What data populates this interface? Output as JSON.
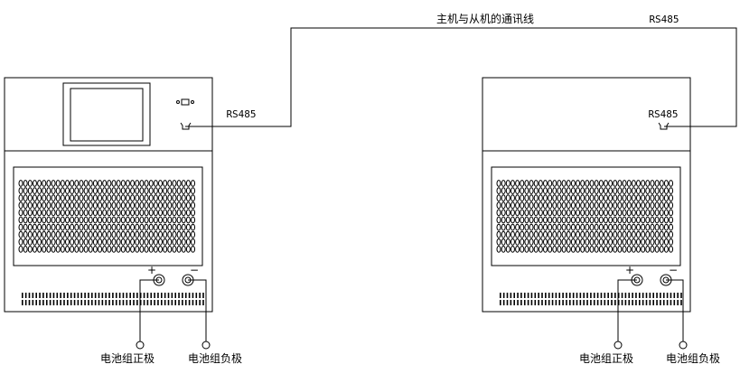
{
  "link_label": "主机与从机的通讯线",
  "port_labels": {
    "master_rs485": "RS485",
    "slave_rs485_top": "RS485",
    "slave_rs485_side": "RS485"
  },
  "terminals": {
    "plus": "+",
    "minus": "−"
  },
  "master": {
    "battery_positive": "电池组正极",
    "battery_negative": "电池组负极"
  },
  "slave": {
    "battery_positive": "电池组正极",
    "battery_negative": "电池组负极"
  },
  "colors": {
    "line": "#000000",
    "background": "#ffffff"
  }
}
